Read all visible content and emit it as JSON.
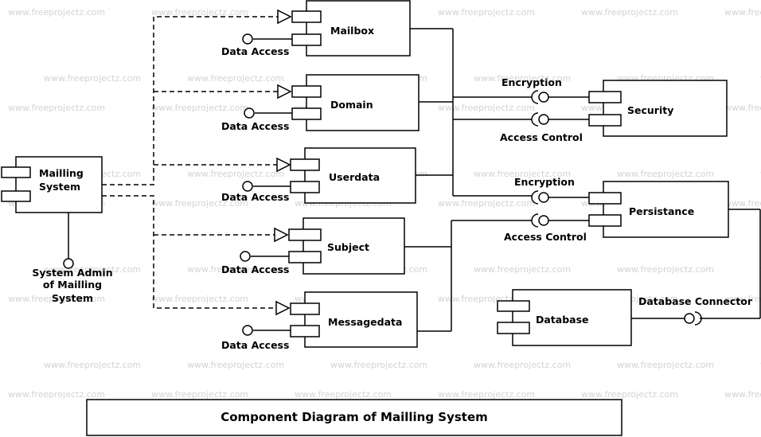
{
  "watermark": "www.freeprojectz.com",
  "title": "Component Diagram of Mailling System",
  "actor": {
    "lines": [
      "Mailling",
      "System"
    ]
  },
  "admin": {
    "lines": [
      "System Admin",
      "of Mailling",
      "System"
    ]
  },
  "components": {
    "mailbox": "Mailbox",
    "domain": "Domain",
    "userdata": "Userdata",
    "subject": "Subject",
    "messagedata": "Messagedata",
    "security": "Security",
    "persistance": "Persistance",
    "database": "Database"
  },
  "interfaces": {
    "data_access": "Data Access",
    "encryption": "Encryption",
    "access_control": "Access Control",
    "database_connector": "Database Connector"
  }
}
